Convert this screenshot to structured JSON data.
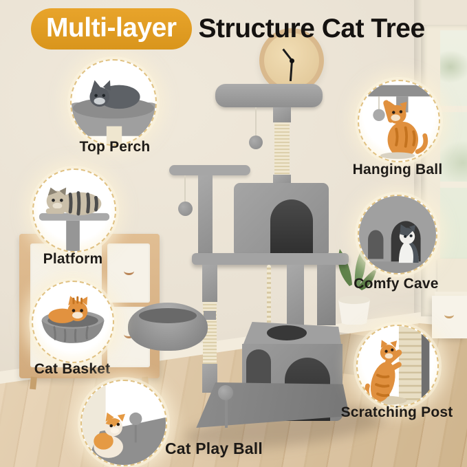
{
  "title": {
    "highlight": "Multi-layer",
    "rest": "Structure Cat Tree"
  },
  "callouts": [
    {
      "id": "top-perch",
      "label": "Top Perch"
    },
    {
      "id": "platform",
      "label": "Platform"
    },
    {
      "id": "cat-basket",
      "label": "Cat Basket"
    },
    {
      "id": "cat-play-ball",
      "label": "Cat Play Ball"
    },
    {
      "id": "hanging-ball",
      "label": "Hanging Ball"
    },
    {
      "id": "comfy-cave",
      "label": "Comfy Cave"
    },
    {
      "id": "scratching-post",
      "label": "Scratching Post"
    }
  ],
  "colors": {
    "accent-pill": "#e8a42b",
    "accent-pill-dark": "#d9951c",
    "title-ink": "#151210",
    "label-ink": "#1d1a17",
    "wall": "#e9e1d3",
    "floor": "#dcc096",
    "plush-gray": "#9c9c9c",
    "condo-interior": "#3b3b3b",
    "sisal": "#ece2c6",
    "callout-glow": "#fdf3d9",
    "callout-border": "#e0c182"
  },
  "scene": {
    "items": [
      "wall-clock",
      "window",
      "dresser",
      "potted-plant",
      "side-table",
      "wood-floor",
      "cat-tree"
    ]
  }
}
